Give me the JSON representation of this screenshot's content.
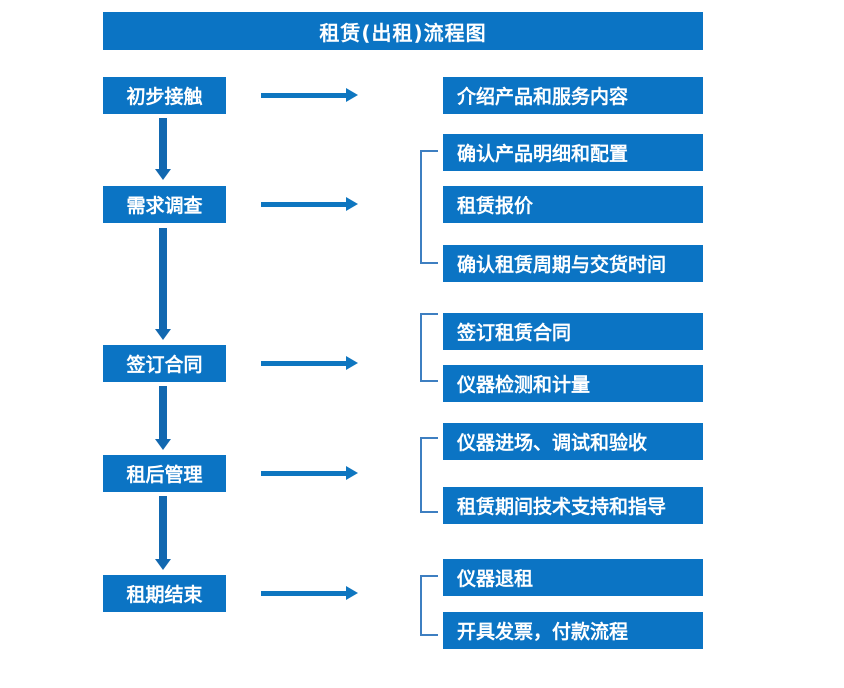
{
  "title": "租赁(出租)流程图",
  "colors": {
    "box_blue": "#0B74C4",
    "arrow_blue": "#0E76C0",
    "bracket_blue": "#3E7FC1",
    "text_white": "#FFFFFF",
    "background": "#FFFFFF"
  },
  "stages": [
    {
      "label": "初步接触"
    },
    {
      "label": "需求调查"
    },
    {
      "label": "签订合同"
    },
    {
      "label": "租后管理"
    },
    {
      "label": "租期结束"
    }
  ],
  "details": [
    {
      "label": "介绍产品和服务内容"
    },
    {
      "label": "确认产品明细和配置"
    },
    {
      "label": "租赁报价"
    },
    {
      "label": "确认租赁周期与交货时间"
    },
    {
      "label": "签订租赁合同"
    },
    {
      "label": "仪器检测和计量"
    },
    {
      "label": "仪器进场、调试和验收"
    },
    {
      "label": "租赁期间技术支持和指导"
    },
    {
      "label": "仪器退租"
    },
    {
      "label": "开具发票，付款流程"
    }
  ],
  "connectors": {
    "stage_to_detail_arrows": 5,
    "stage_to_stage_arrows": 4,
    "group_brackets": 4
  }
}
